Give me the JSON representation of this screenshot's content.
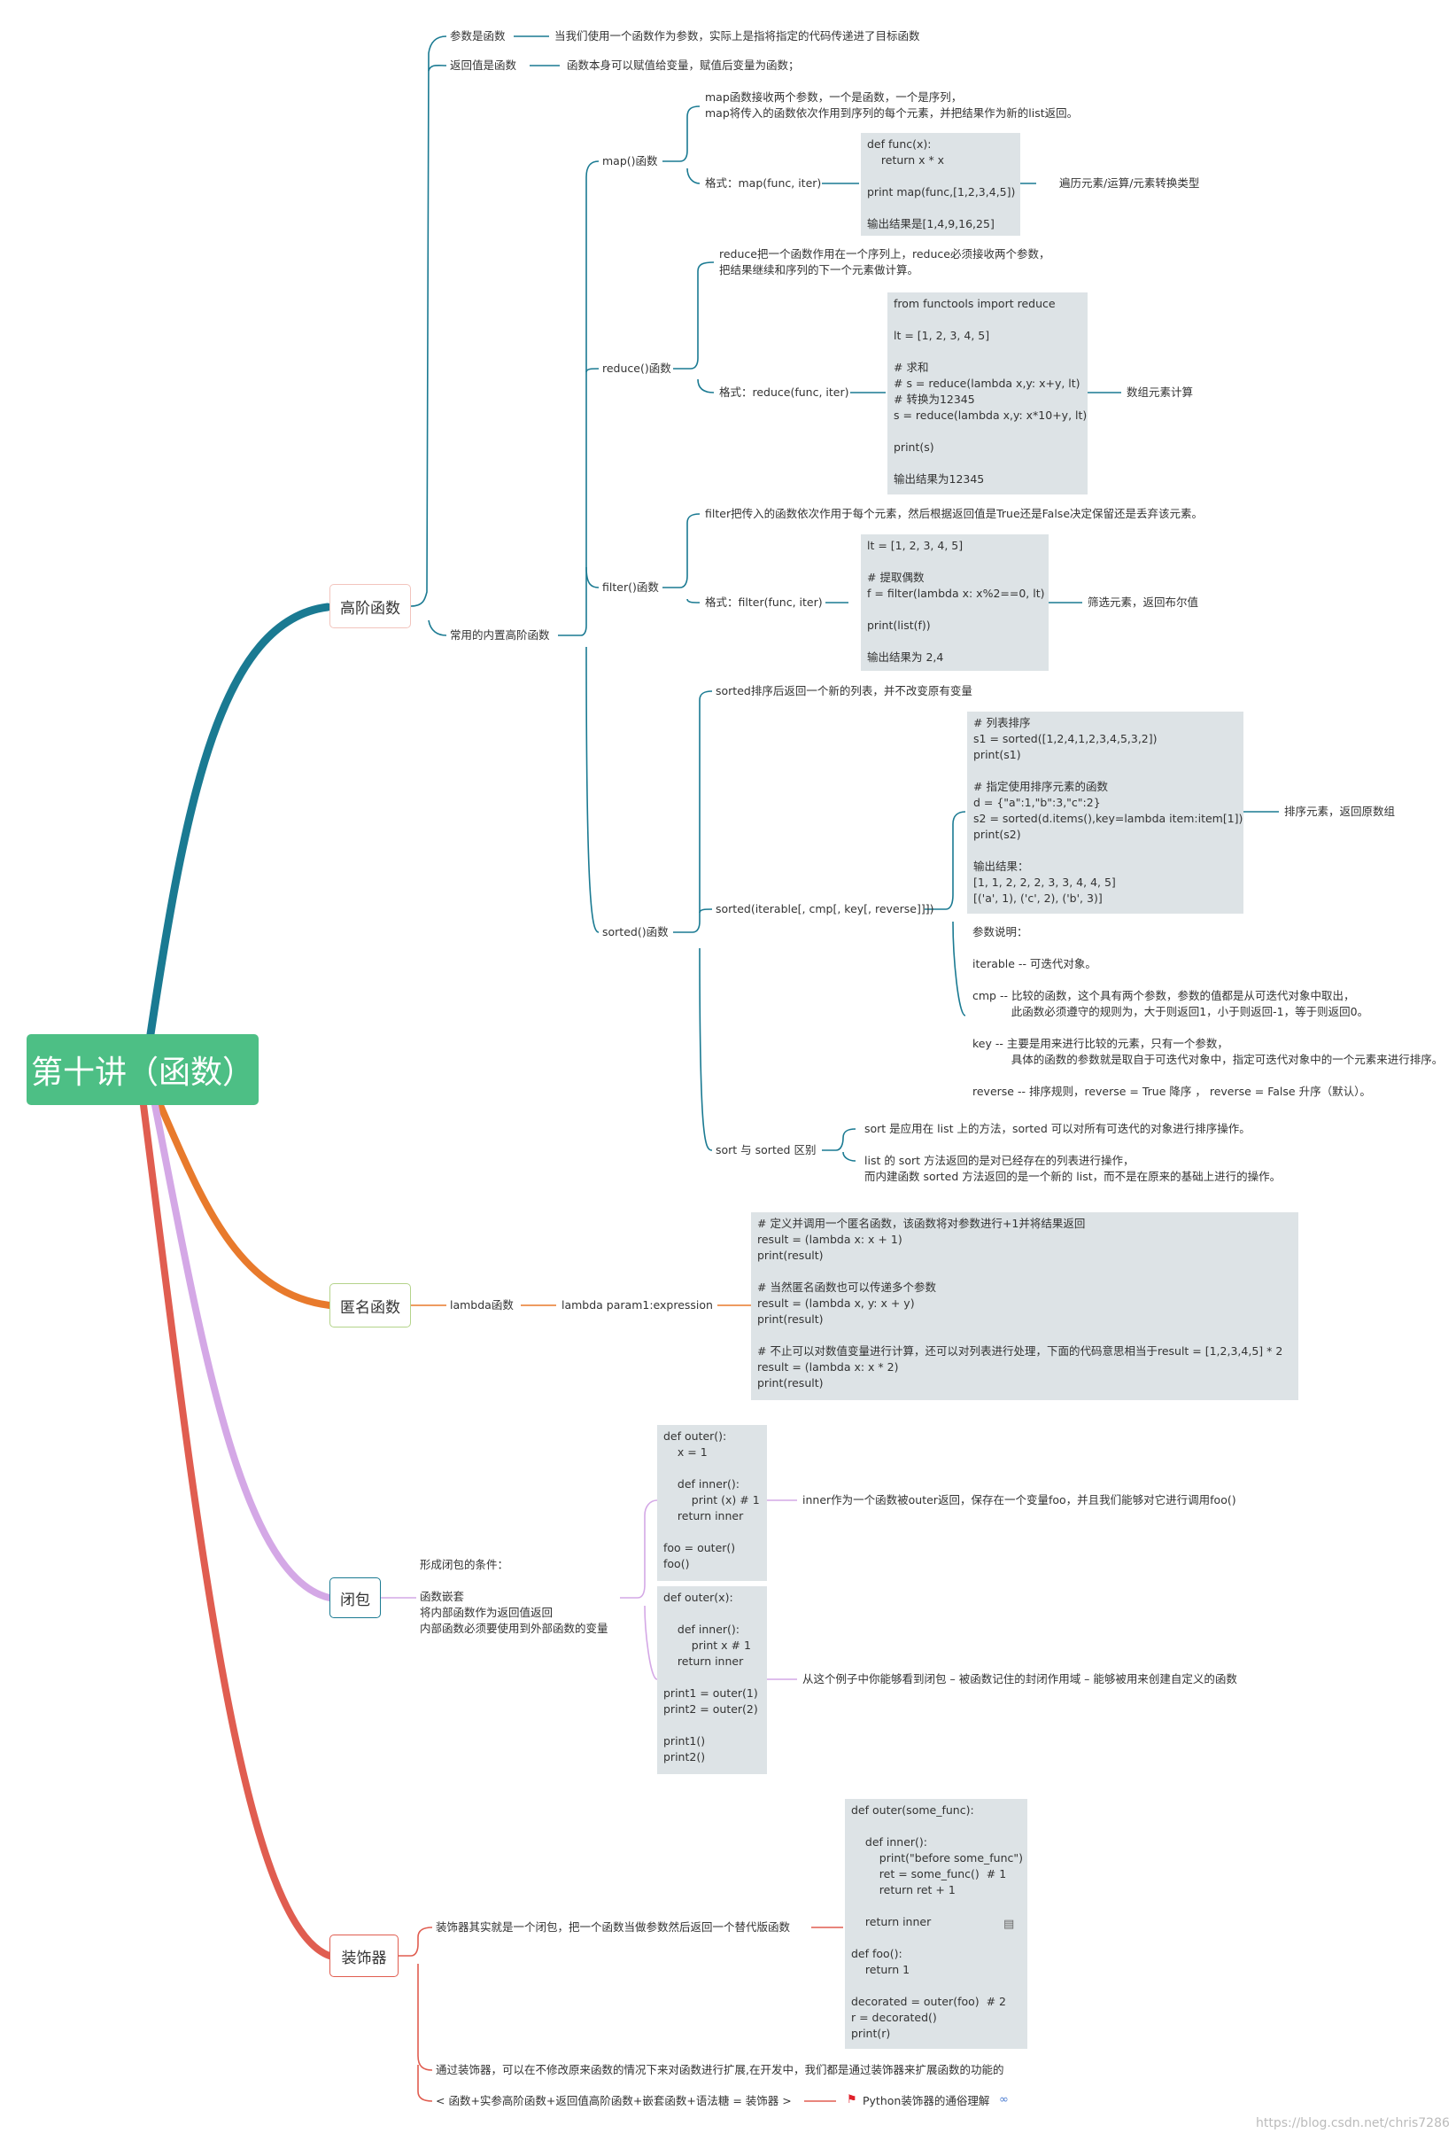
{
  "root": {
    "title": "第十讲（函数）"
  },
  "branches": {
    "higher_order": {
      "label": "高阶函数",
      "param_func": {
        "label": "参数是函数",
        "desc": "当我们使用一个函数作为参数，实际上是指将指定的代码传递进了目标函数"
      },
      "return_func": {
        "label": "返回值是函数",
        "desc": "函数本身可以赋值给变量，赋值后变量为函数；"
      },
      "builtins": {
        "label": "常用的内置高阶函数",
        "map": {
          "label": "map()函数",
          "desc": "map函数接收两个参数，一个是函数，一个是序列，\nmap将传入的函数依次作用到序列的每个元素，并把结果作为新的list返回。",
          "format": "格式：map(func, iter)",
          "code": "def func(x):\n    return x * x\n\nprint map(func,[1,2,3,4,5])\n\n输出结果是[1,4,9,16,25]",
          "note": "遍历元素/运算/元素转换类型"
        },
        "reduce": {
          "label": "reduce()函数",
          "desc": "reduce把一个函数作用在一个序列上，reduce必须接收两个参数，\n把结果继续和序列的下一个元素做计算。",
          "format": "格式：reduce(func, iter)",
          "code": "from functools import reduce\n\nlt = [1, 2, 3, 4, 5]\n\n# 求和\n# s = reduce(lambda x,y: x+y, lt)\n# 转换为12345\ns = reduce(lambda x,y: x*10+y, lt)\n\nprint(s)\n\n输出结果为12345",
          "note": "数组元素计算"
        },
        "filter": {
          "label": "filter()函数",
          "desc": "filter把传入的函数依次作用于每个元素，然后根据返回值是True还是False决定保留还是丢弃该元素。",
          "format": "格式：filter(func, iter)",
          "code": "lt = [1, 2, 3, 4, 5]\n\n# 提取偶数\nf = filter(lambda x: x%2==0, lt)\n\nprint(list(f))\n\n输出结果为 2,4",
          "note": "筛选元素，返回布尔值"
        },
        "sorted": {
          "label": "sorted()函数",
          "desc": "sorted排序后返回一个新的列表，并不改变原有变量",
          "format": "sorted(iterable[, cmp[, key[, reverse]]])",
          "code": "# 列表排序\ns1 = sorted([1,2,4,1,2,3,4,5,3,2])\nprint(s1)\n\n# 指定使用排序元素的函数\nd = {\"a\":1,\"b\":3,\"c\":2}\ns2 = sorted(d.items(),key=lambda item:item[1])\nprint(s2)\n\n输出结果：\n[1, 1, 2, 2, 2, 3, 3, 4, 4, 5]\n[('a', 1), ('c', 2), ('b', 3)]",
          "note": "排序元素，返回原数组",
          "params_text": "参数说明：\n\niterable -- 可迭代对象。\n\ncmp -- 比较的函数，这个具有两个参数，参数的值都是从可迭代对象中取出，\n           此函数必须遵守的规则为，大于则返回1，小于则返回-1，等于则返回0。\n\nkey -- 主要是用来进行比较的元素，只有一个参数，\n           具体的函数的参数就是取自于可迭代对象中，指定可迭代对象中的一个元素来进行排序。\n\nreverse -- 排序规则，reverse = True 降序 ， reverse = False 升序（默认）。",
          "vs_label": "sort 与 sorted 区别",
          "vs_text": "sort 是应用在 list 上的方法，sorted 可以对所有可迭代的对象进行排序操作。\n\nlist 的 sort 方法返回的是对已经存在的列表进行操作，\n而内建函数 sorted 方法返回的是一个新的 list，而不是在原来的基础上进行的操作。"
        }
      }
    },
    "anonymous": {
      "label": "匿名函数",
      "lambda_label": "lambda函数",
      "syntax": "lambda param1:expression",
      "code": "# 定义并调用一个匿名函数，该函数将对参数进行+1并将结果返回\nresult = (lambda x: x + 1)\nprint(result)\n\n# 当然匿名函数也可以传递多个参数\nresult = (lambda x, y: x + y)\nprint(result)\n\n# 不止可以对数值变量进行计算，还可以对列表进行处理，下面的代码意思相当于result = [1,2,3,4,5] * 2\nresult = (lambda x: x * 2)\nprint(result)"
    },
    "closure": {
      "label": "闭包",
      "conditions": "形成闭包的条件：\n\n函数嵌套\n将内部函数作为返回值返回\n内部函数必须要使用到外部函数的变量",
      "code1": "def outer():\n    x = 1\n\n    def inner():\n        print (x) # 1\n    return inner\n\nfoo = outer()\nfoo()",
      "note1": "inner作为一个函数被outer返回，保存在一个变量foo，并且我们能够对它进行调用foo()",
      "code2": "def outer(x):\n\n    def inner():\n        print x # 1\n    return inner\n\nprint1 = outer(1)\nprint2 = outer(2)\n\nprint1()\nprint2()",
      "note2": "从这个例子中你能够看到闭包 – 被函数记住的封闭作用域 – 能够被用来创建自定义的函数"
    },
    "decorator": {
      "label": "装饰器",
      "desc": "装饰器其实就是一个闭包，把一个函数当做参数然后返回一个替代版函数",
      "code": "def outer(some_func):\n\n    def inner():\n        print(\"before some_func\")\n        ret = some_func()  # 1\n        return ret + 1\n\n    return inner\n\ndef foo():\n    return 1\n\ndecorated = outer(foo)  # 2\nr = decorated()\nprint(r)",
      "summary": "通过装饰器，可以在不修改原来函数的情况下来对函数进行扩展,在开发中，我们都是通过装饰器来扩展函数的功能的",
      "formula": "< 函数+实参高阶函数+返回值高阶函数+嵌套函数+语法糖 = 装饰器 >",
      "link_text": "Python装饰器的通俗理解"
    }
  },
  "watermark": "https://blog.csdn.net/chris7286",
  "colors": {
    "root_bg": "#4dbf85",
    "teal": "#1a7a92",
    "orange": "#e87a2c",
    "lavender": "#d4a8e6",
    "red": "#e05d50",
    "code_bg": "#dde3e6"
  }
}
